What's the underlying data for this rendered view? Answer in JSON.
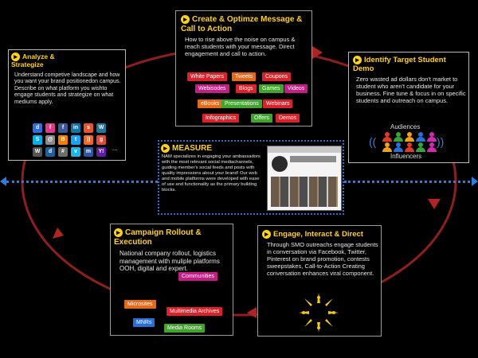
{
  "diagram": {
    "create": {
      "title": "Create & Optimze Message & Call to Action",
      "body": "How to rise above the noise on campus & reach students with your message. Direct engagement and call to action.",
      "tags": [
        {
          "label": "White Papers",
          "color": "#d9222a"
        },
        {
          "label": "Tweets",
          "color": "#e46a1a"
        },
        {
          "label": "Coupons",
          "color": "#d9222a"
        },
        {
          "label": "Webisodes",
          "color": "#c21f84"
        },
        {
          "label": "Blogs",
          "color": "#d9222a"
        },
        {
          "label": "Games",
          "color": "#43a32f"
        },
        {
          "label": "Videos",
          "color": "#c21f84"
        },
        {
          "label": "eBooks",
          "color": "#e46a1a"
        },
        {
          "label": "Presentations",
          "color": "#43a32f"
        },
        {
          "label": "Webinars",
          "color": "#d9222a"
        },
        {
          "label": "Infographics",
          "color": "#d9222a"
        },
        {
          "label": "Offers",
          "color": "#43a32f"
        },
        {
          "label": "Demos",
          "color": "#d9222a"
        }
      ]
    },
    "analyze": {
      "title": "Analyze & Strategize",
      "body": "Understand competive landscape and how you want your brand positionedon campus. Describe on what platform you wishto engage students and strategize on what mediums apply.",
      "icons": [
        "delicious-icon",
        "flickr-icon",
        "facebook-icon",
        "linkedin-icon",
        "stumbleupon-icon",
        "wordpress-icon",
        "skype-icon",
        "email-icon",
        "blogger-icon",
        "twitter-icon",
        "rss-icon",
        "google-icon",
        "wikipedia-icon",
        "digg-icon",
        "grid-icon",
        "vimeo-icon",
        "myspace-icon",
        "yahoo-icon"
      ],
      "more": "..."
    },
    "identify": {
      "title": "Identify Target Student Demo",
      "body": "Zero wasted ad dollars don't market to student who aren't candidate for your business. Fine tune & focus in on specific students and outreach on campus.",
      "audiences_label": "Audiences",
      "influencers_label": "Influencers",
      "person_colors": [
        "#e03a2a",
        "#37a43a",
        "#f0a21a",
        "#2a6fd8",
        "#d22ab0",
        "#f0a21a",
        "#2a6fd8",
        "#e03a2a",
        "#37a43a",
        "#d22ab0"
      ]
    },
    "measure": {
      "title": "MEASURE",
      "body": "NAM specializes in engaging your ambassadors with the most relevant social mediachannels, guiding member's social feeds and posts with quality impressions about your brand! Our web and mobile platforms were developed with ease of use and functionality as the primary building blocks."
    },
    "rollout": {
      "title": "Campaign Rollout & Execution",
      "body": "National company rollout, logistics management with muliple platforms OOH, digital and expert.",
      "tags": [
        {
          "label": "Communities",
          "color": "#c21f84"
        },
        {
          "label": "Microsites",
          "color": "#e46a1a"
        },
        {
          "label": "Multimedia Archives",
          "color": "#d9222a"
        },
        {
          "label": "MNRs",
          "color": "#2a6fd8"
        },
        {
          "label": "Media Rooms",
          "color": "#43a32f"
        }
      ]
    },
    "engage": {
      "title": "Engage, Interact & Direct",
      "body": "Through SMO outreachs engage students in conversation via Facebook, Twitter, Pinterest on brand promotion, contests sweepstakes, Call-to-Action Creating conversation enhances viral component."
    }
  }
}
